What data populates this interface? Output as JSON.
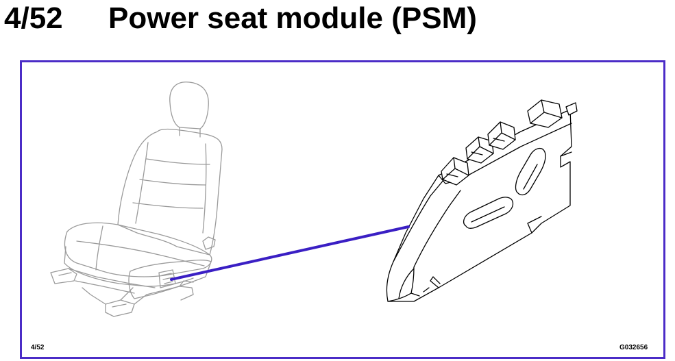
{
  "header": {
    "page_number": "4/52",
    "title": "Power seat module (PSM)"
  },
  "figure": {
    "number_label": "4/52",
    "reference_code": "G032656",
    "frame_color": "#4b2cc7",
    "leader_color": "#3a1fc4",
    "illustrations": [
      "power-seat",
      "power-seat-module"
    ]
  }
}
